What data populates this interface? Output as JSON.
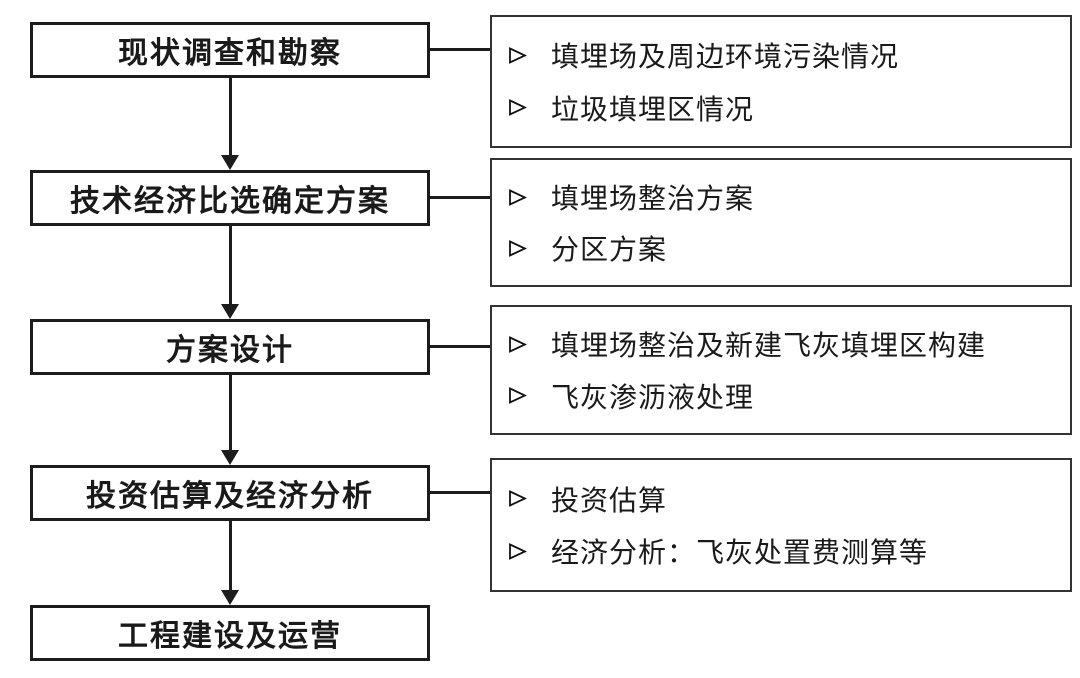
{
  "diagram": {
    "type": "flowchart",
    "colors": {
      "ink": "#1c1c1c",
      "background": "#ffffff"
    },
    "steps": [
      {
        "label": "现状调查和勘察"
      },
      {
        "label": "技术经济比选确定方案"
      },
      {
        "label": "方案设计"
      },
      {
        "label": "投资估算及经济分析"
      },
      {
        "label": "工程建设及运营"
      }
    ],
    "details": [
      {
        "items": [
          "填埋场及周边环境污染情况",
          "垃圾填埋区情况"
        ]
      },
      {
        "items": [
          "填埋场整治方案",
          "分区方案"
        ]
      },
      {
        "items": [
          "填埋场整治及新建飞灰填埋区构建",
          "飞灰渗沥液处理"
        ]
      },
      {
        "items": [
          "投资估算",
          "经济分析：飞灰处置费测算等"
        ]
      }
    ],
    "bullet_icon": "right-arrowhead"
  }
}
